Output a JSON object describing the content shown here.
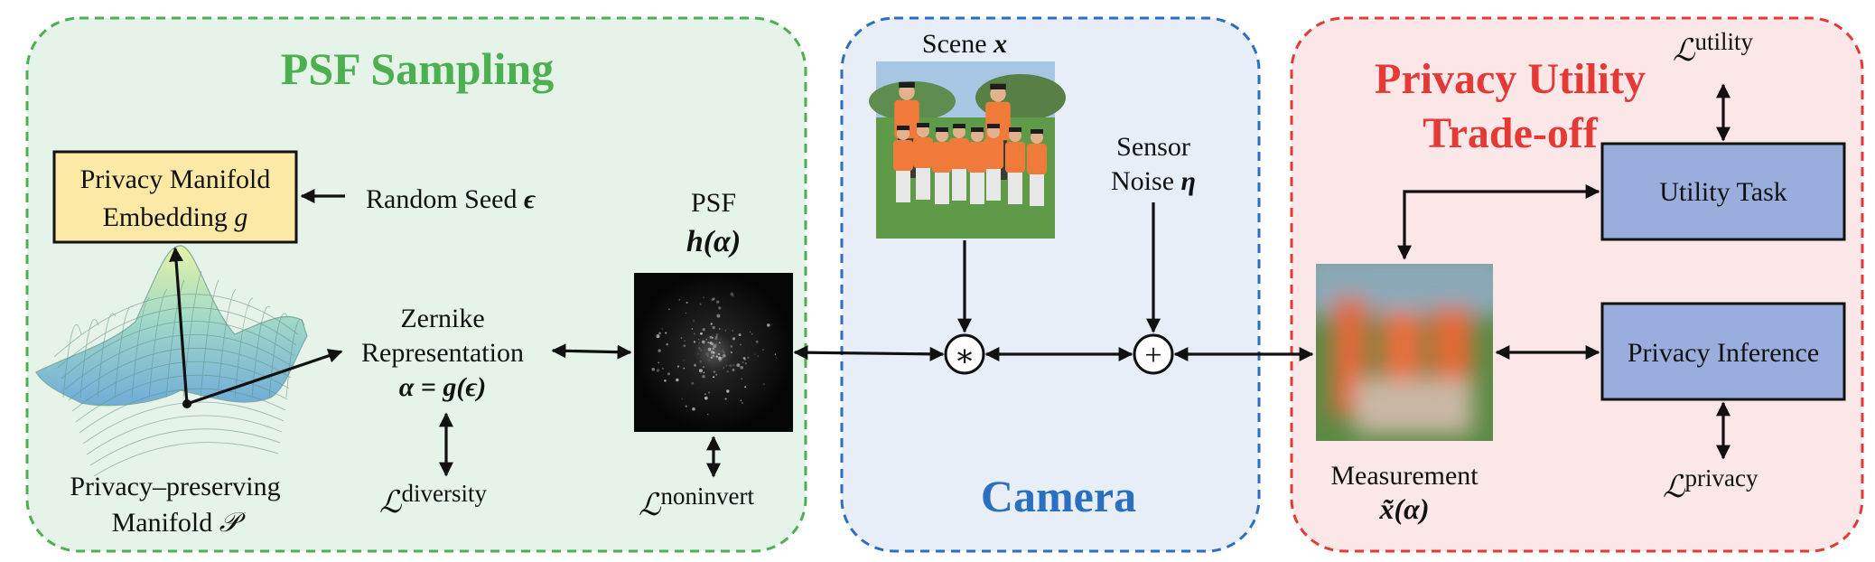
{
  "colors": {
    "psf_panel_fill": "#e6f3e8",
    "psf_panel_border": "#4caf50",
    "psf_title": "#4caf50",
    "camera_panel_fill": "#e7eef8",
    "camera_panel_border": "#2a6fc0",
    "camera_title": "#2a6fc0",
    "privacy_panel_fill": "#fbe7e7",
    "privacy_panel_border": "#e53935",
    "privacy_title": "#e53935",
    "embedding_box_fill": "#fde9a6",
    "task_box_fill": "#9aaede"
  },
  "panels": {
    "psf_sampling": {
      "title": "PSF Sampling"
    },
    "camera": {
      "title": "Camera"
    },
    "privacy_utility": {
      "title_line1": "Privacy Utility",
      "title_line2": "Trade-off"
    }
  },
  "psf_sampling": {
    "embedding_box": {
      "line1": "Privacy Manifold",
      "line2_text": "Embedding ",
      "line2_symbol": "g"
    },
    "random_seed": {
      "text": "Random Seed ",
      "symbol": "ϵ"
    },
    "zernike": {
      "line1": "Zernike",
      "line2": "Representation",
      "line3": "α  = g(ϵ)"
    },
    "manifold_label": {
      "line1": "Privacy–preserving",
      "line2_text": "Manifold ",
      "line2_symbol": "𝒫"
    },
    "loss_diversity": {
      "symbol": "ℒ",
      "sup": "diversity"
    },
    "psf": {
      "line1": "PSF",
      "line2": "h(α)"
    },
    "loss_noninvert": {
      "symbol": "ℒ",
      "sup": "noninvert"
    }
  },
  "camera": {
    "scene": {
      "text": "Scene ",
      "symbol": "x"
    },
    "sensor_noise": {
      "line1": "Sensor",
      "line2_text": "Noise ",
      "line2_symbol": "η"
    },
    "convolution_op": "∗",
    "add_op": "+"
  },
  "privacy_utility": {
    "measurement": {
      "line1": "Measurement",
      "line2": "x̃(α)"
    },
    "utility_task": "Utility Task",
    "privacy_inference": "Privacy Inference",
    "loss_utility": {
      "symbol": "ℒ",
      "sup": "utility"
    },
    "loss_privacy": {
      "symbol": "ℒ",
      "sup": "privacy"
    }
  }
}
